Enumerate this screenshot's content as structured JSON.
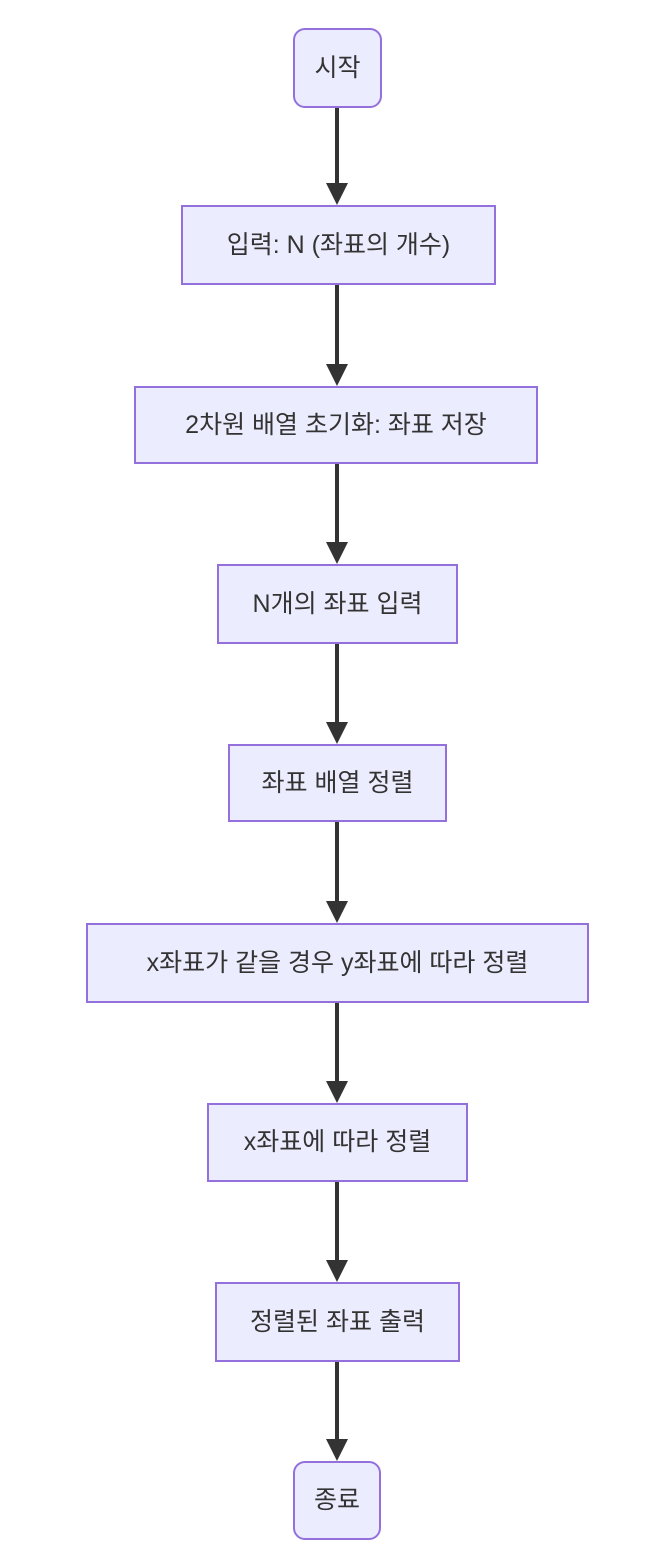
{
  "diagram": {
    "type": "flowchart",
    "direction": "top-down",
    "colors": {
      "node_fill": "#ECECFF",
      "node_border": "#9370DB",
      "text": "#333333",
      "arrow": "#333333",
      "background": "#FFFFFF"
    },
    "nodes": [
      {
        "id": "start",
        "shape": "rounded",
        "label": "시작"
      },
      {
        "id": "input-n",
        "shape": "rect",
        "label": "입력: N (좌표의 개수)"
      },
      {
        "id": "init-array",
        "shape": "rect",
        "label": "2차원 배열 초기화: 좌표 저장"
      },
      {
        "id": "input-coords",
        "shape": "rect",
        "label": "N개의 좌표 입력"
      },
      {
        "id": "sort-array",
        "shape": "rect",
        "label": "좌표 배열 정렬"
      },
      {
        "id": "sort-by-y",
        "shape": "rect",
        "label": "x좌표가 같을 경우 y좌표에 따라 정렬"
      },
      {
        "id": "sort-by-x",
        "shape": "rect",
        "label": "x좌표에 따라 정렬"
      },
      {
        "id": "output",
        "shape": "rect",
        "label": "정렬된 좌표 출력"
      },
      {
        "id": "end",
        "shape": "rounded",
        "label": "종료"
      }
    ],
    "edges": [
      {
        "from": "start",
        "to": "input-n"
      },
      {
        "from": "input-n",
        "to": "init-array"
      },
      {
        "from": "init-array",
        "to": "input-coords"
      },
      {
        "from": "input-coords",
        "to": "sort-array"
      },
      {
        "from": "sort-array",
        "to": "sort-by-y"
      },
      {
        "from": "sort-by-y",
        "to": "sort-by-x"
      },
      {
        "from": "sort-by-x",
        "to": "output"
      },
      {
        "from": "output",
        "to": "end"
      }
    ]
  }
}
